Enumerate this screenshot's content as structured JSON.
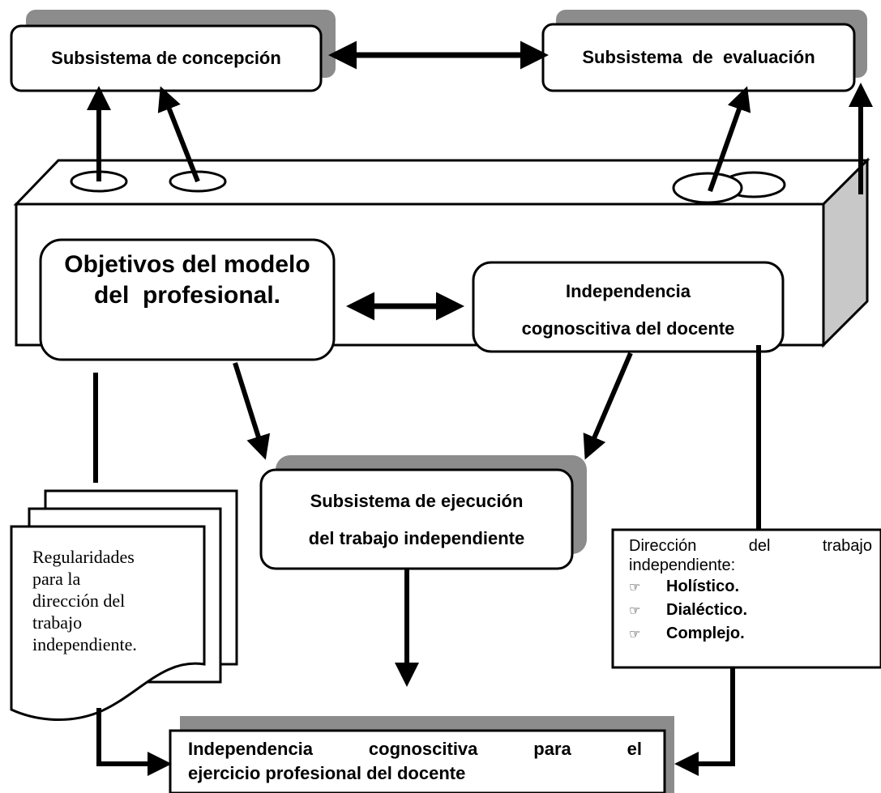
{
  "nodes": {
    "concepcion": "Subsistema de concepción",
    "evaluacion": "Subsistema  de  evaluación",
    "objetivos_line1": "Objetivos del modelo",
    "objetivos_line2": "del  profesional.",
    "independencia_docente_line1": "Independencia",
    "independencia_docente_line2": "cognoscitiva del docente",
    "ejecucion_line1": "Subsistema de ejecución",
    "ejecucion_line2": "del trabajo independiente",
    "resultado_line1": "Independencia cognoscitiva para el",
    "resultado_line2": "ejercicio profesional del docente"
  },
  "regularidades": {
    "lines": [
      "Regularidades",
      "para la",
      "dirección del",
      "trabajo",
      "independiente."
    ]
  },
  "direccion": {
    "line1": "Dirección del trabajo",
    "line2": "independiente:",
    "items": [
      "Holístico.",
      "Dialéctico.",
      "Complejo."
    ],
    "bullet_icon": "pointing-hand-icon",
    "bullet_glyph": "☞"
  },
  "colors": {
    "shadow": "#8c8c8c",
    "side_face": "#c8c8c8",
    "stroke": "#000000"
  }
}
